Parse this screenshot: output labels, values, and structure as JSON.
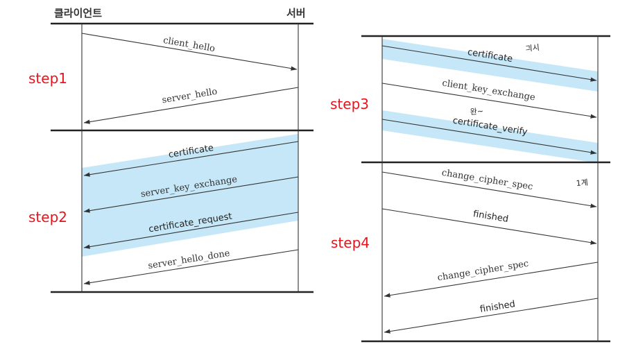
{
  "headers": {
    "client": "클라이언트",
    "server": "서버"
  },
  "steps": {
    "step1": "step1",
    "step2": "step2",
    "step3": "step3",
    "step4": "step4"
  },
  "messages": {
    "client_hello": "client_hello",
    "server_hello": "server_hello",
    "certificate_s2": "certificate",
    "server_key_exchange": "server_key_exchange",
    "certificate_request": "certificate_request",
    "server_hello_done": "server_hello_done",
    "certificate_s3": "certificate",
    "client_key_exchange": "client_key_exchange",
    "certificate_verify": "certificate_verify",
    "change_cipher_spec_1": "change_cipher_spec",
    "finished_1": "finished",
    "change_cipher_spec_2": "change_cipher_spec",
    "finished_2": "finished"
  },
  "handwritten_notes": {
    "note_cert": "긔시",
    "note_verify": "완~",
    "note_ccs": "1계"
  },
  "colors": {
    "highlight_band": "#c6e7f7",
    "step_label": "#e8141b",
    "line": "#222222"
  }
}
